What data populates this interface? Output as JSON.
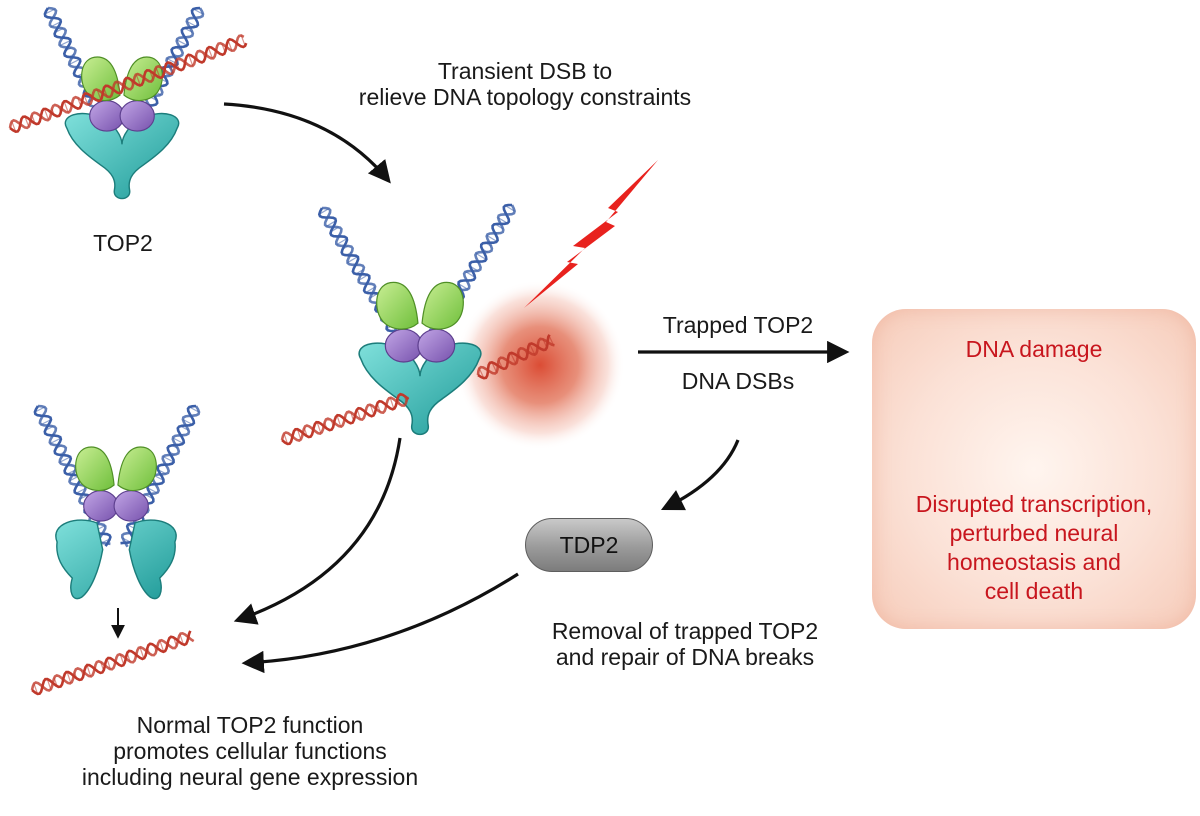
{
  "labels": {
    "top2": "TOP2",
    "transient_line1": "Transient DSB to",
    "transient_line2": "relieve DNA topology constraints",
    "trapped_top2": "Trapped TOP2",
    "dna_dsbs": "DNA DSBs",
    "dna_damage": "DNA damage",
    "disrupted_line1": "Disrupted transcription,",
    "disrupted_line2": "perturbed neural",
    "disrupted_line3": "homeostasis and",
    "disrupted_line4": "cell death",
    "tdp2": "TDP2",
    "removal_line1": "Removal of trapped TOP2",
    "removal_line2": "and repair of DNA breaks",
    "normal_line1": "Normal TOP2 function",
    "normal_line2": "promotes cellular functions",
    "normal_line3": "including neural gene expression"
  },
  "colors": {
    "text": "#1a1a1a",
    "red_text": "#c8161e",
    "green_domain": "#9ed86a",
    "purple_domain": "#9c77c8",
    "teal_domain": "#3cb9b6",
    "blue_dna": "#3b5fa8",
    "red_dna": "#c0392b",
    "lightning": "#e8221e",
    "damage_glow": "#d9432a"
  }
}
